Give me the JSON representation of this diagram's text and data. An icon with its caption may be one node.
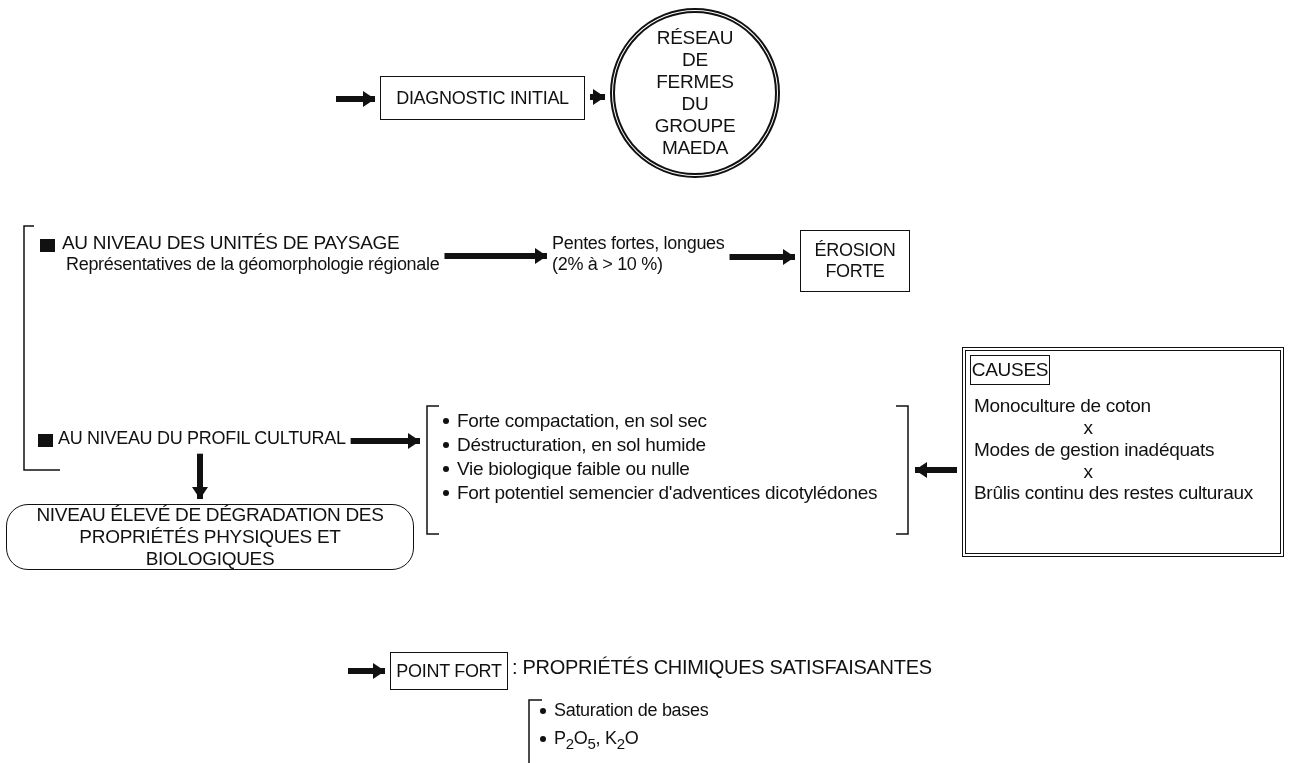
{
  "diagram": {
    "nodes": [
      {
        "text": [
          "DIAGNOSTIC INITIAL"
        ]
      },
      {
        "text": [
          "RÉSEAU DE FERMES DU GROUPE MAEDA"
        ]
      },
      {
        "text": [
          "AU NIVEAU DES UNITÉS DE PAYSAGE",
          "Représentatives de la géomorphologie régionale"
        ]
      },
      {
        "text": [
          "Pentes fortes, longues (2% à > 10 %)"
        ]
      },
      {
        "text": [
          "ÉROSION FORTE"
        ]
      },
      {
        "text": [
          "AU NIVEAU DU PROFIL CULTURAL"
        ]
      },
      {
        "text": [
          "Forte compactation, en sol sec",
          "Déstructuration, en sol humide",
          "Vie biologique faible ou nulle",
          "Fort potentiel semencier d'adventices dicotylédones"
        ]
      },
      {
        "text": [
          "Monoculture de coton",
          "x",
          "Modes de gestion inadéquats",
          "x",
          "Brûlis continu des restes culturaux"
        ]
      },
      {
        "text": [
          "CAUSES"
        ],
        "in": 7
      },
      {
        "text": [
          "NIVEAU ÉLEVÉ DE DÉGRADATION DES PROPRIÉTÉS PHYSIQUES ET BIOLOGIQUES"
        ]
      },
      {
        "text": [
          "POINT FORT"
        ]
      }
    ],
    "edges": [
      {
        "from": null,
        "to": 0,
        "arrow": "to"
      },
      {
        "from": 0,
        "to": 1,
        "arrow": "to"
      },
      {
        "from": 2,
        "to": 3,
        "arrow": "to"
      },
      {
        "from": 3,
        "to": 4,
        "arrow": "to"
      },
      {
        "from": 5,
        "to": 6,
        "arrow": "to"
      },
      {
        "from": 5,
        "to": 9,
        "arrow": "to"
      },
      {
        "from": 7,
        "to": 6,
        "arrow": "to"
      },
      {
        "from": null,
        "to": 10,
        "arrow": "to"
      }
    ],
    "labels": [
      ": PROPRIÉTÉS CHIMIQUES SATISFAISANTES",
      "Saturation de bases",
      "P$_{2}$O$_{5}$, K$_{2}$O"
    ]
  }
}
